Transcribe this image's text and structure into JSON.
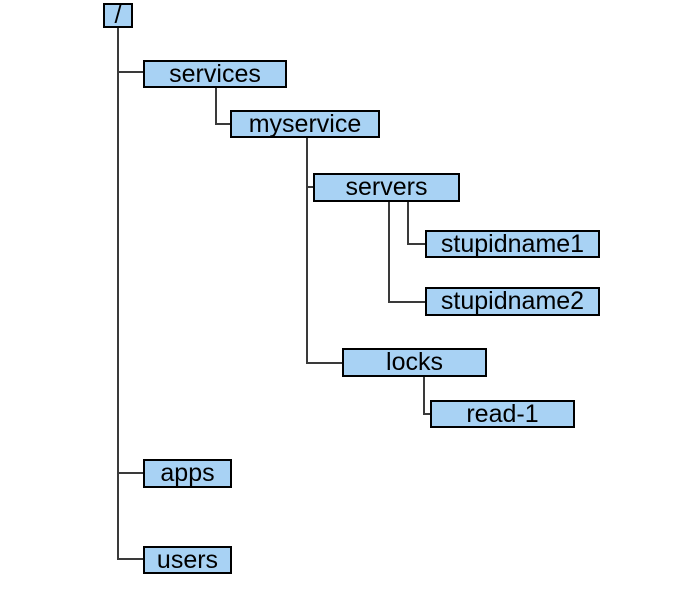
{
  "diagram": {
    "type": "tree",
    "description": "hierarchical node tree rooted at /"
  },
  "colors": {
    "background": "#ffffff",
    "node_fill": "#a8d2f4",
    "node_border": "#000000",
    "connector": "#3a3a3a",
    "text": "#000000"
  },
  "nodes": [
    {
      "id": "root",
      "label": "/",
      "parent": null
    },
    {
      "id": "services",
      "label": "services",
      "parent": "root"
    },
    {
      "id": "myservice",
      "label": "myservice",
      "parent": "services"
    },
    {
      "id": "servers",
      "label": "servers",
      "parent": "myservice"
    },
    {
      "id": "stupidname1",
      "label": "stupidname1",
      "parent": "servers"
    },
    {
      "id": "stupidname2",
      "label": "stupidname2",
      "parent": "servers"
    },
    {
      "id": "locks",
      "label": "locks",
      "parent": "myservice"
    },
    {
      "id": "read-1",
      "label": "read-1",
      "parent": "locks"
    },
    {
      "id": "apps",
      "label": "apps",
      "parent": "root"
    },
    {
      "id": "users",
      "label": "users",
      "parent": "root"
    }
  ]
}
